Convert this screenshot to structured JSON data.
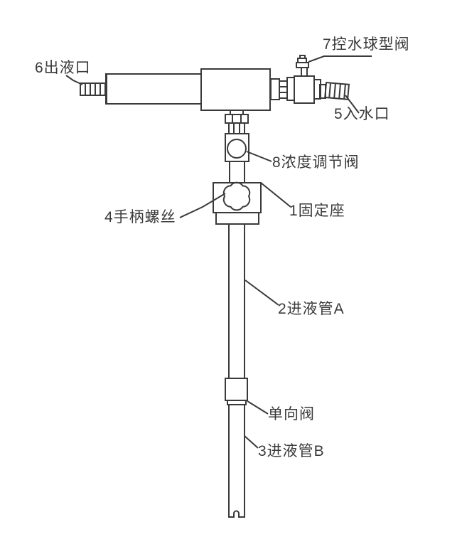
{
  "diagram": {
    "line_color": "#3a3a3a",
    "background_color": "#ffffff",
    "labels": {
      "fixing_seat": "1固定座",
      "suction_tube_a": "2进液管A",
      "suction_tube_b": "3进液管B",
      "handle_screw": "4手柄螺丝",
      "water_inlet": "5入水口",
      "liquid_outlet": "6出液口",
      "water_control_ball_valve": "7控水球型阀",
      "concentration_adjust_valve": "8浓度调节阀",
      "check_valve": "单向阀"
    }
  }
}
